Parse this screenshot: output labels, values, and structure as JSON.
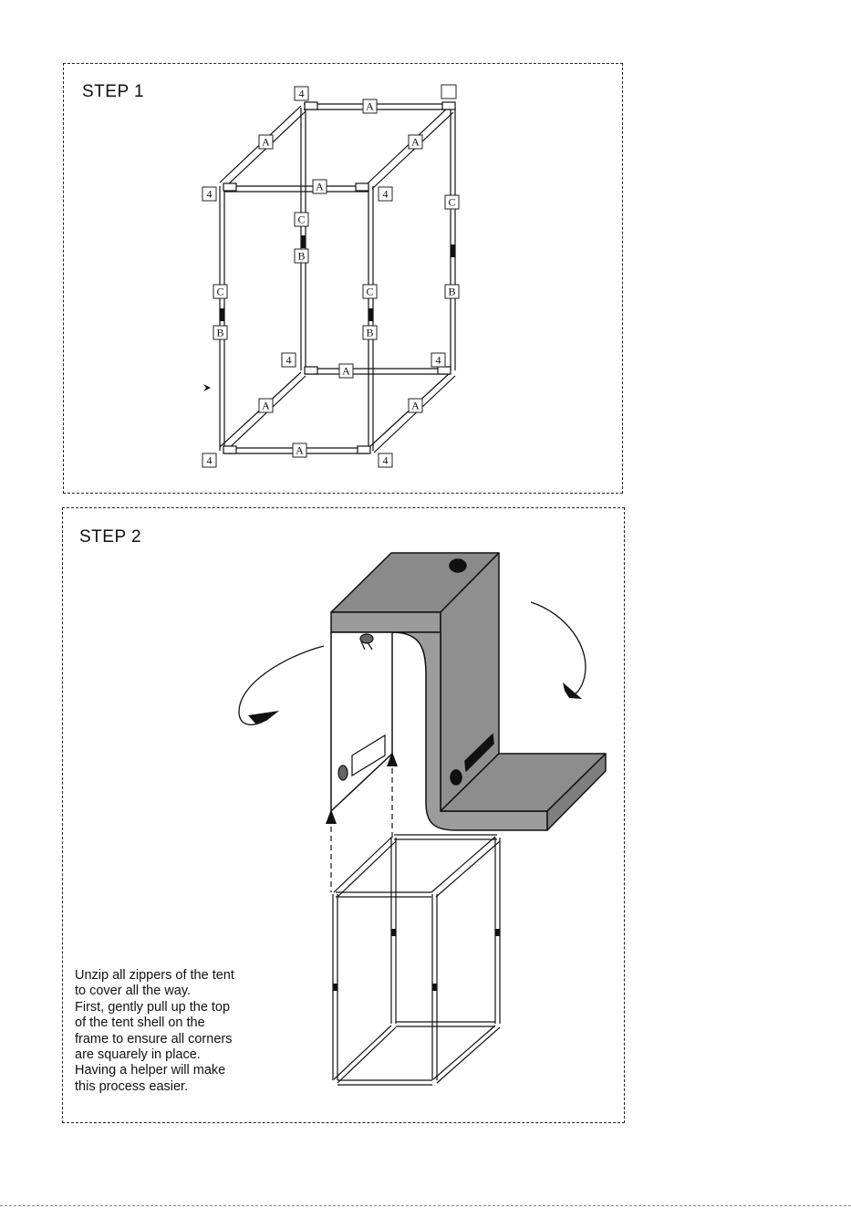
{
  "step1": {
    "title": "STEP 1",
    "labels": {
      "a_top_back": "A",
      "a_top_left": "A",
      "a_top_right": "A",
      "a_top_front": "A",
      "a_bot_back": "A",
      "a_bot_left": "A",
      "a_bot_right": "A",
      "a_bot_front": "A",
      "c_back_left": "C",
      "b_back_left": "B",
      "c_back_right": "C",
      "b_back_right": "B",
      "c_front_left": "C",
      "b_front_left": "B",
      "c_front_right": "C",
      "b_front_right": "B",
      "n4_top_back_left": "4",
      "n4_top_front_left": "4",
      "n4_top_front_right": "4",
      "n4_bot_back_left": "4",
      "n4_bot_back_right": "4",
      "n4_bot_front_left": "4",
      "n4_bot_front_right": "4"
    }
  },
  "step2": {
    "title": "STEP 2",
    "instructions": [
      "Unzip all zippers of the tent",
      "to cover all the way.",
      "First, gently pull up the top",
      "of the tent shell on the",
      "frame to ensure all corners",
      "are squarely in place.",
      "Having a helper will make",
      "this process easier."
    ]
  }
}
